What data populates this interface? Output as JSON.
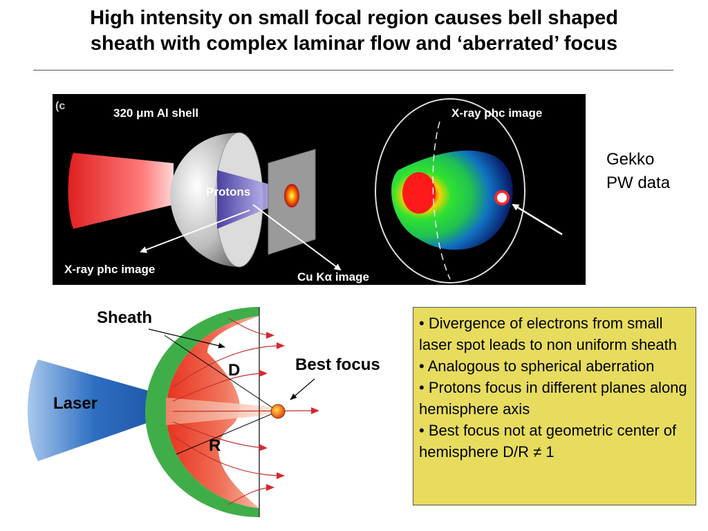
{
  "slide": {
    "title_line1": "High intensity on  small focal region  causes bell shaped",
    "title_line2": "sheath with complex  laminar flow and ‘aberrated’ focus"
  },
  "photo": {
    "corner_mark": "(c",
    "shell_label": "320 μm Al shell",
    "protons_label": "Protons",
    "xray_label_left": "X-ray phc image",
    "cuka_label": "Cu Kα  image",
    "xray_label_right": "X-ray phc image"
  },
  "gekko": {
    "line1": "Gekko",
    "line2": "PW data"
  },
  "diagram": {
    "sheath": "Sheath",
    "d": "D",
    "best_focus": "Best focus",
    "laser": "Laser",
    "r": "R"
  },
  "notes": [
    "• Divergence of electrons from small laser spot leads to non uniform sheath",
    "•  Analogous to spherical aberration",
    "• Protons focus in different planes along hemisphere axis",
    "• Best focus not at geometric center of hemisphere D/R ≠ 1"
  ],
  "colors": {
    "note_bg": "#e7dc5e",
    "sheath_green": "#3fae49",
    "laser_blue": "#1f5fb3",
    "arrow_red": "#d9272e"
  }
}
